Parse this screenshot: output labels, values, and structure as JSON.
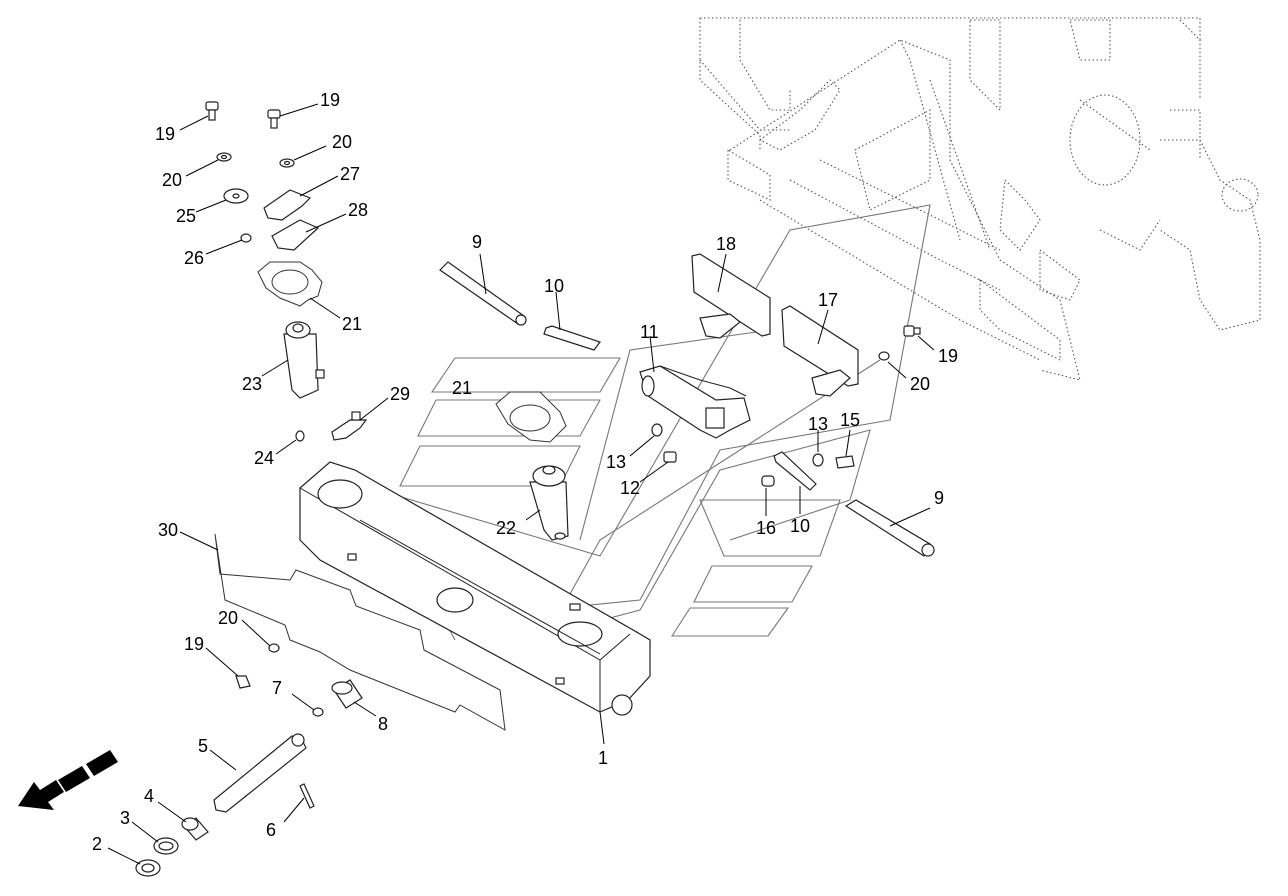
{
  "diagram": {
    "callouts": [
      {
        "id": "c19a",
        "text": "19"
      },
      {
        "id": "c19b",
        "text": "19"
      },
      {
        "id": "c20a",
        "text": "20"
      },
      {
        "id": "c20b",
        "text": "20"
      },
      {
        "id": "c27",
        "text": "27"
      },
      {
        "id": "c25",
        "text": "25"
      },
      {
        "id": "c28",
        "text": "28"
      },
      {
        "id": "c26",
        "text": "26"
      },
      {
        "id": "c21a",
        "text": "21"
      },
      {
        "id": "c23",
        "text": "23"
      },
      {
        "id": "c29",
        "text": "29"
      },
      {
        "id": "c24",
        "text": "24"
      },
      {
        "id": "c9a",
        "text": "9"
      },
      {
        "id": "c10a",
        "text": "10"
      },
      {
        "id": "c18",
        "text": "18"
      },
      {
        "id": "c17",
        "text": "17"
      },
      {
        "id": "c11",
        "text": "11"
      },
      {
        "id": "c19c",
        "text": "19"
      },
      {
        "id": "c20c",
        "text": "20"
      },
      {
        "id": "c21b",
        "text": "21"
      },
      {
        "id": "c13a",
        "text": "13"
      },
      {
        "id": "c12",
        "text": "12"
      },
      {
        "id": "c13b",
        "text": "13"
      },
      {
        "id": "c15",
        "text": "15"
      },
      {
        "id": "c22",
        "text": "22"
      },
      {
        "id": "c16",
        "text": "16"
      },
      {
        "id": "c10b",
        "text": "10"
      },
      {
        "id": "c9b",
        "text": "9"
      },
      {
        "id": "c30",
        "text": "30"
      },
      {
        "id": "c20d",
        "text": "20"
      },
      {
        "id": "c19d",
        "text": "19"
      },
      {
        "id": "c7",
        "text": "7"
      },
      {
        "id": "c8",
        "text": "8"
      },
      {
        "id": "c1",
        "text": "1"
      },
      {
        "id": "c5",
        "text": "5"
      },
      {
        "id": "c4",
        "text": "4"
      },
      {
        "id": "c3",
        "text": "3"
      },
      {
        "id": "c6",
        "text": "6"
      },
      {
        "id": "c2",
        "text": "2"
      }
    ],
    "direction_arrow_icon": "forward-direction-arrow-icon"
  }
}
